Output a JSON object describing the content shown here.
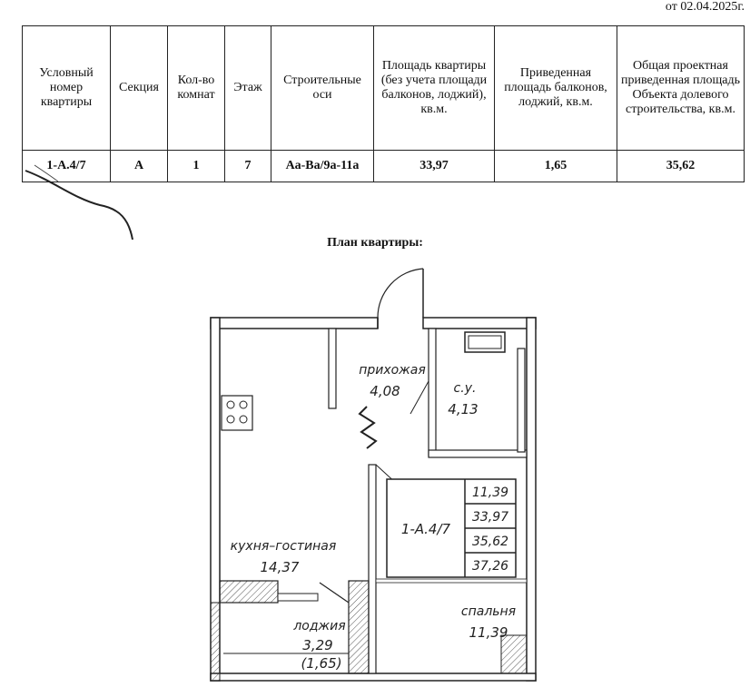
{
  "date_text": "от 02.04.2025г.",
  "table": {
    "headers": [
      "Условный номер квартиры",
      "Секция",
      "Кол-во комнат",
      "Этаж",
      "Строительные оси",
      "Площадь квартиры (без учета площади балконов, лоджий), кв.м.",
      "Приведенная площадь балконов, лоджий, кв.м.",
      "Общая проектная приведенная площадь Объекта долевого строительства, кв.м."
    ],
    "row": [
      "1-А.4/7",
      "А",
      "1",
      "7",
      "Аа-Ва/9а-11а",
      "33,97",
      "1,65",
      "35,62"
    ]
  },
  "plan": {
    "title": "План квартиры:",
    "rooms": {
      "hall_name": "прихожая",
      "hall_area": "4,08",
      "bath_name": "с.у.",
      "bath_area": "4,13",
      "kitchen_name": "кухня–гостиная",
      "kitchen_area": "14,37",
      "loggia_name": "лоджия",
      "loggia_area": "3,29",
      "loggia_reduced": "(1,65)",
      "bedroom_name": "спальня",
      "bedroom_area": "11,39"
    },
    "apartment_id": "1-А.4/7",
    "area_box": [
      "11,39",
      "33,97",
      "35,62",
      "37,26"
    ]
  }
}
